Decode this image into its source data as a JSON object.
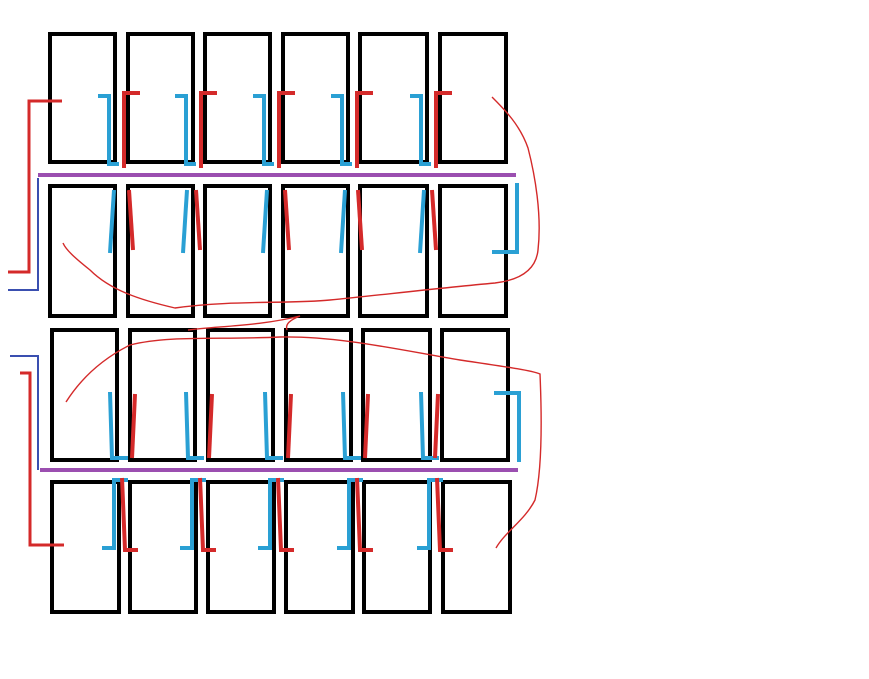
{
  "diagram": {
    "kind": "battery-pack-wiring-sketch",
    "background": "#ffffff",
    "colors": {
      "cell_outline": "#000000",
      "positive_wire": "#d42a2a",
      "negative_wire": "#2aa0d4",
      "bus_bar": "#9b4fb0",
      "tap_wire": "#3a4fb0"
    },
    "structure": {
      "banks": 2,
      "rows_per_bank": 2,
      "cells_per_row": 6
    }
  }
}
